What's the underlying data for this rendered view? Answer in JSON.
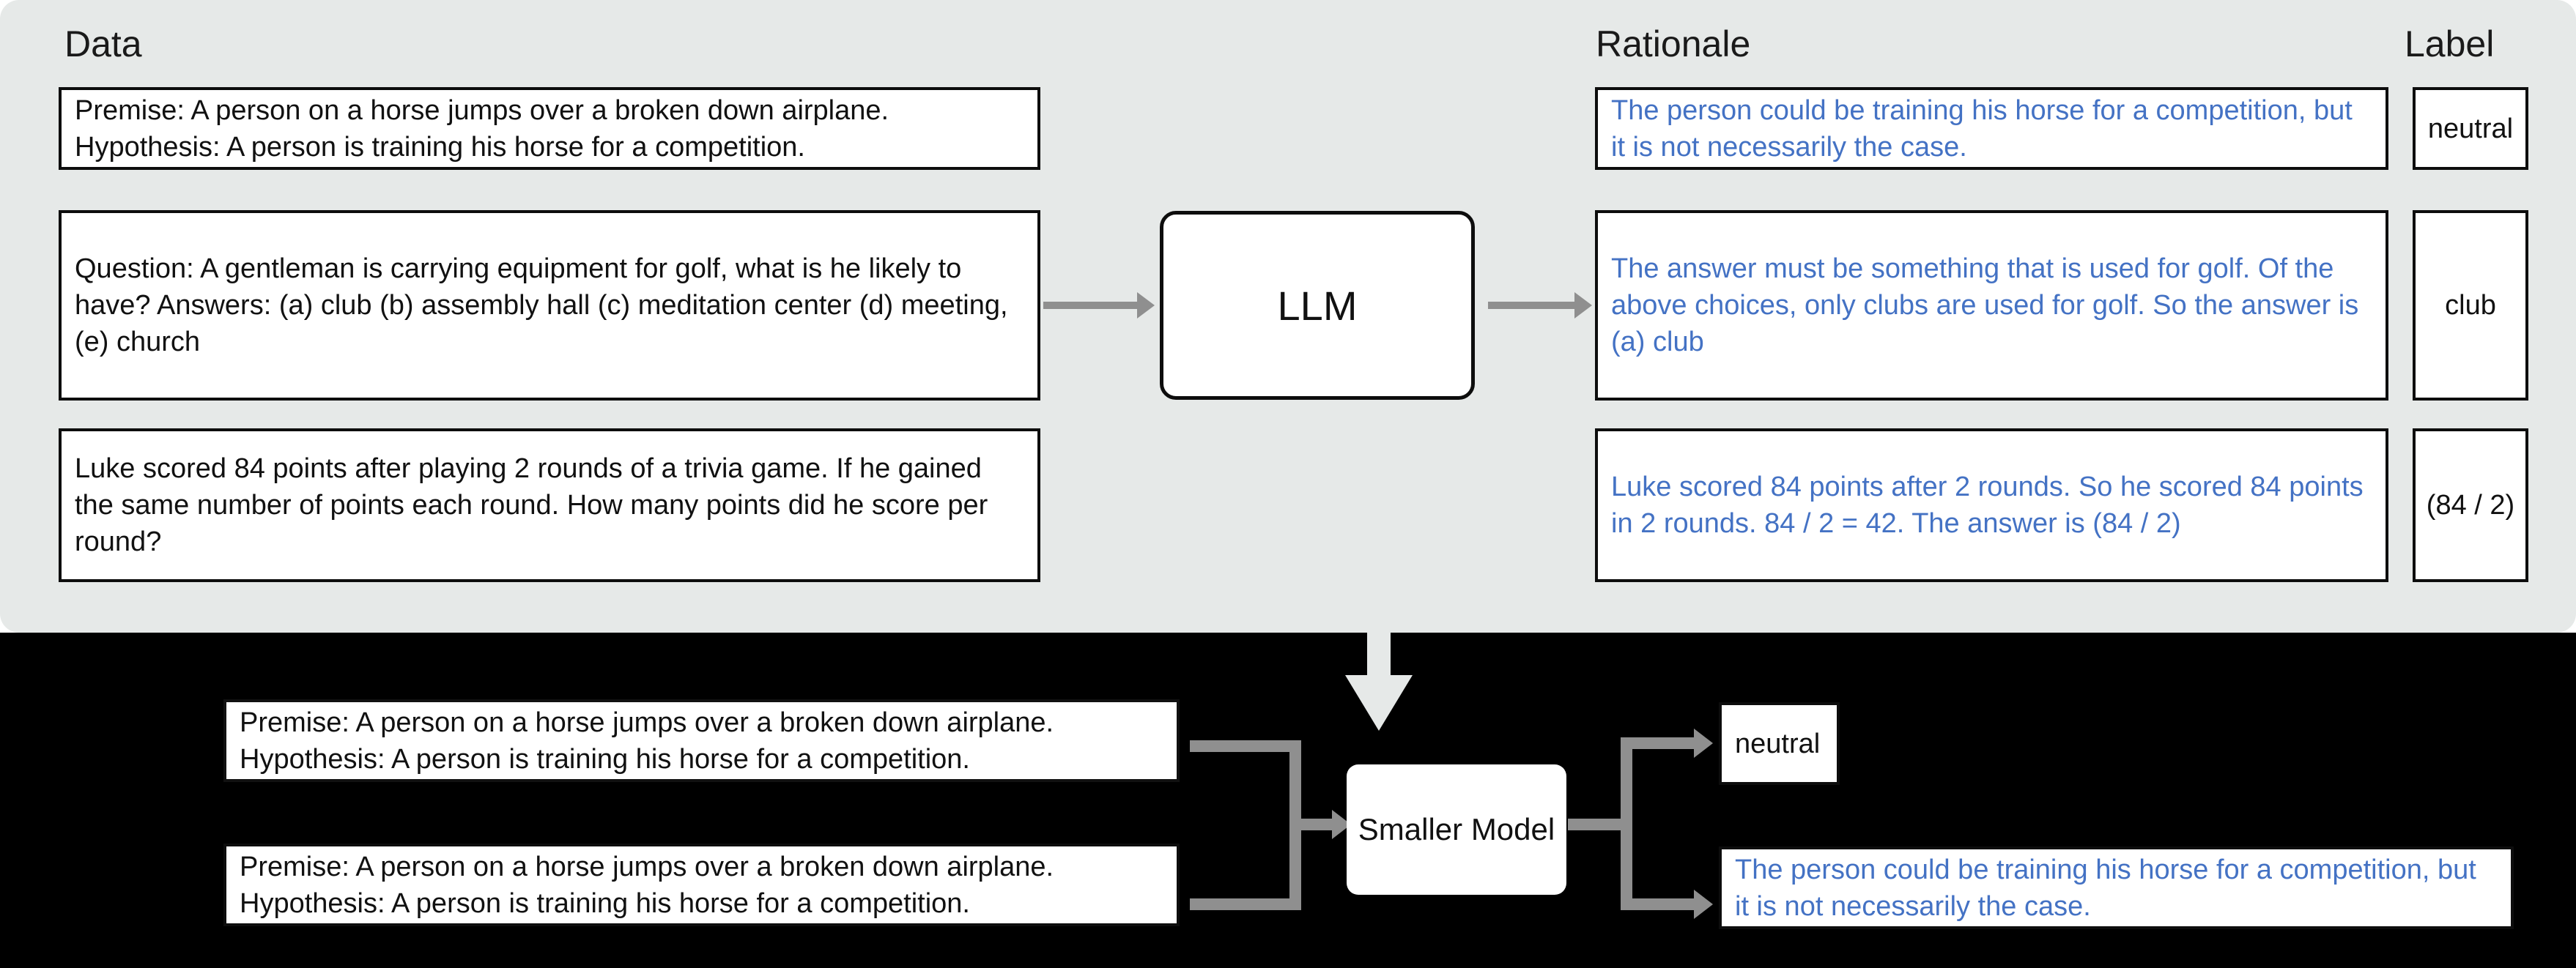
{
  "headings": {
    "data": "Data",
    "rationale": "Rationale",
    "label": "Label"
  },
  "colors": {
    "panel_background": "#e6e9e8",
    "bottom_background": "#000000",
    "box_border": "#0d0d0d",
    "rationale_text": "#4472c4",
    "arrow": "#8f8f8f"
  },
  "data_examples": [
    {
      "text": "Premise: A person on a horse jumps over a broken down airplane. Hypothesis: A person is training his horse for a competition."
    },
    {
      "text": "Question: A gentleman is carrying equipment for golf, what is he likely to have? Answers: (a) club (b) assembly hall (c) meditation center (d) meeting, (e) church"
    },
    {
      "text": "Luke scored 84 points after playing 2 rounds of a trivia game. If he gained the same number of points each round. How many points did he score per round?"
    }
  ],
  "rationales": [
    {
      "text": "The person could be training his horse for a competition, but it is not necessarily the case."
    },
    {
      "text": "The answer must be something that is used for golf. Of the above choices, only clubs are used for golf. So the answer is (a) club"
    },
    {
      "text": "Luke scored 84 points after 2 rounds. So he scored 84 points in 2 rounds. 84 / 2 = 42. The answer is (84 / 2)"
    }
  ],
  "labels": [
    {
      "text": "neutral"
    },
    {
      "text": "club"
    },
    {
      "text": "(84 / 2)"
    }
  ],
  "nodes": {
    "llm": "LLM",
    "smaller_model": "Smaller Model"
  },
  "bottom": {
    "inputs": [
      {
        "text": "Premise: A person on a horse jumps over a broken down airplane. Hypothesis: A person is training his horse for a competition."
      },
      {
        "text": "Premise: A person on a horse jumps over a broken down airplane. Hypothesis: A person is training his horse for a competition."
      }
    ],
    "output_label": "neutral",
    "output_rationale": "The person could be training his horse for a competition, but it is not necessarily the case."
  }
}
